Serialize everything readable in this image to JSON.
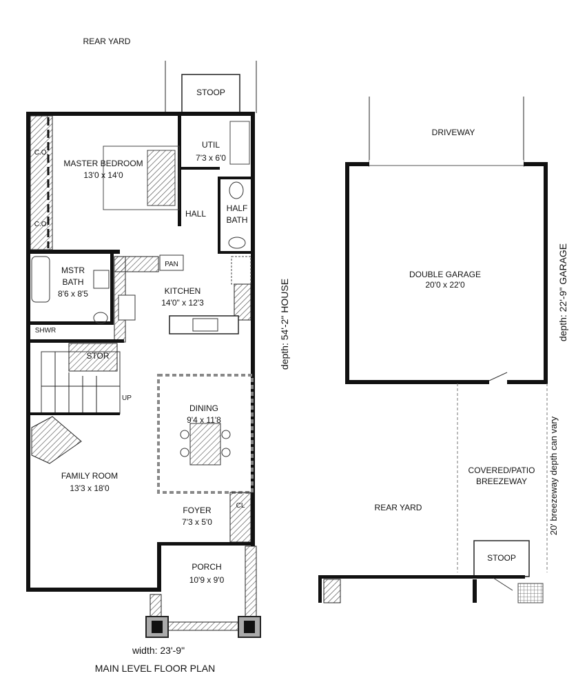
{
  "house": {
    "rear_yard": "REAR YARD",
    "stoop": "STOOP",
    "util": {
      "name": "UTIL",
      "size": "7'3 x 6'0"
    },
    "master_bedroom": {
      "name": "MASTER BEDROOM",
      "size": "13'0 x 14'0"
    },
    "closet_1": "C.O.",
    "closet_2": "C.O.",
    "hall": "HALL",
    "half_bath": {
      "line1": "HALF",
      "line2": "BATH"
    },
    "mstr_bath": {
      "line1": "MSTR",
      "line2": "BATH",
      "size": "8'6 x 8'5"
    },
    "shwr": "SHWR",
    "pan": "PAN",
    "kitchen": {
      "name": "KITCHEN",
      "size": "14'0\" x 12'3"
    },
    "stor": "STOR",
    "up": "UP",
    "dining": {
      "name": "DINING",
      "size": "9'4 x 11'8"
    },
    "family_room": {
      "name": "FAMILY ROOM",
      "size": "13'3 x 18'0"
    },
    "foyer": {
      "name": "FOYER",
      "size": "7'3 x 5'0"
    },
    "cl": "CL",
    "porch": {
      "name": "PORCH",
      "size": "10'9 x 9'0"
    },
    "depth_label": "depth: 54'-2\" HOUSE",
    "width_label": "width: 23'-9\"",
    "plan_title": "MAIN LEVEL FLOOR PLAN"
  },
  "garage": {
    "driveway": "DRIVEWAY",
    "name": "DOUBLE GARAGE",
    "size": "20'0 x 22'0",
    "depth_label": "depth: 22'-9\" GARAGE",
    "breezeway_line1": "COVERED/PATIO",
    "breezeway_line2": "BREEZEWAY",
    "breezeway_note": "20' breezeway depth can vary",
    "rear_yard": "REAR YARD",
    "stoop": "STOOP"
  }
}
